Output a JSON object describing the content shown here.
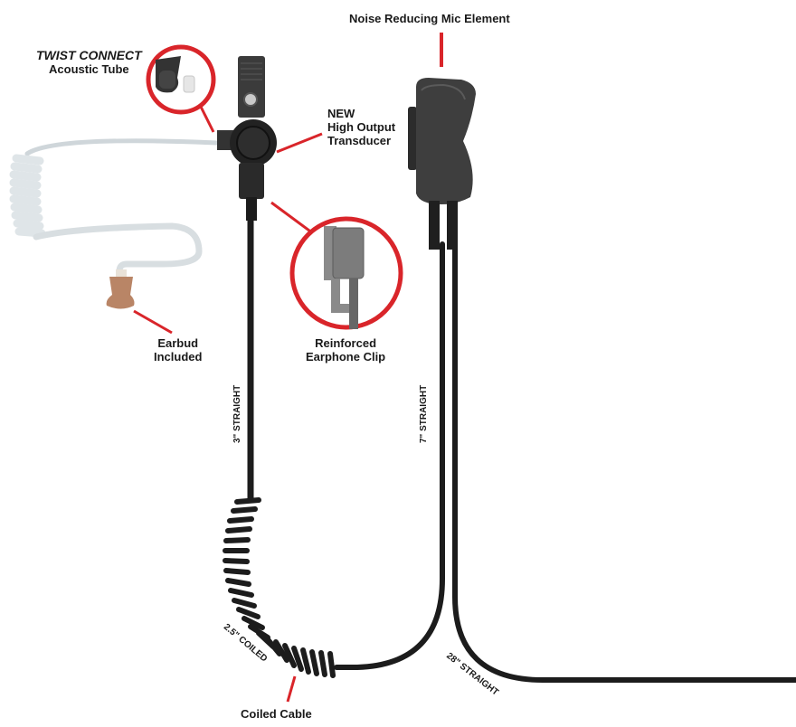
{
  "diagram": {
    "subject": "2-wire acoustic tube earpiece with noise reducing mic",
    "colors": {
      "callout_red": "#d9252a",
      "cable_black": "#1c1c1c",
      "housing_gray": "#3a3a3a",
      "tube_clear": "#e4e8ea",
      "earbud_tan": "#b98566",
      "background": "#ffffff"
    },
    "callouts": {
      "twist_connect": {
        "title": "TWIST CONNECT",
        "subtitle": "Acoustic Tube"
      },
      "transducer": {
        "line1": "NEW",
        "line2": "High Output",
        "line3": "Transducer"
      },
      "mic": {
        "text": "Noise Reducing Mic Element"
      },
      "earbud": {
        "line1": "Earbud",
        "line2": "Included"
      },
      "clip": {
        "line1": "Reinforced",
        "line2": "Earphone Clip"
      },
      "coiled_cable": {
        "text": "Coiled Cable"
      }
    },
    "cable_segments": [
      {
        "id": "earphone-straight",
        "label": "3\" STRAIGHT"
      },
      {
        "id": "mic-straight",
        "label": "7\" STRAIGHT"
      },
      {
        "id": "coiled",
        "label": "2.5\" COILED"
      },
      {
        "id": "main-straight",
        "label": "28\" STRAIGHT"
      }
    ]
  }
}
